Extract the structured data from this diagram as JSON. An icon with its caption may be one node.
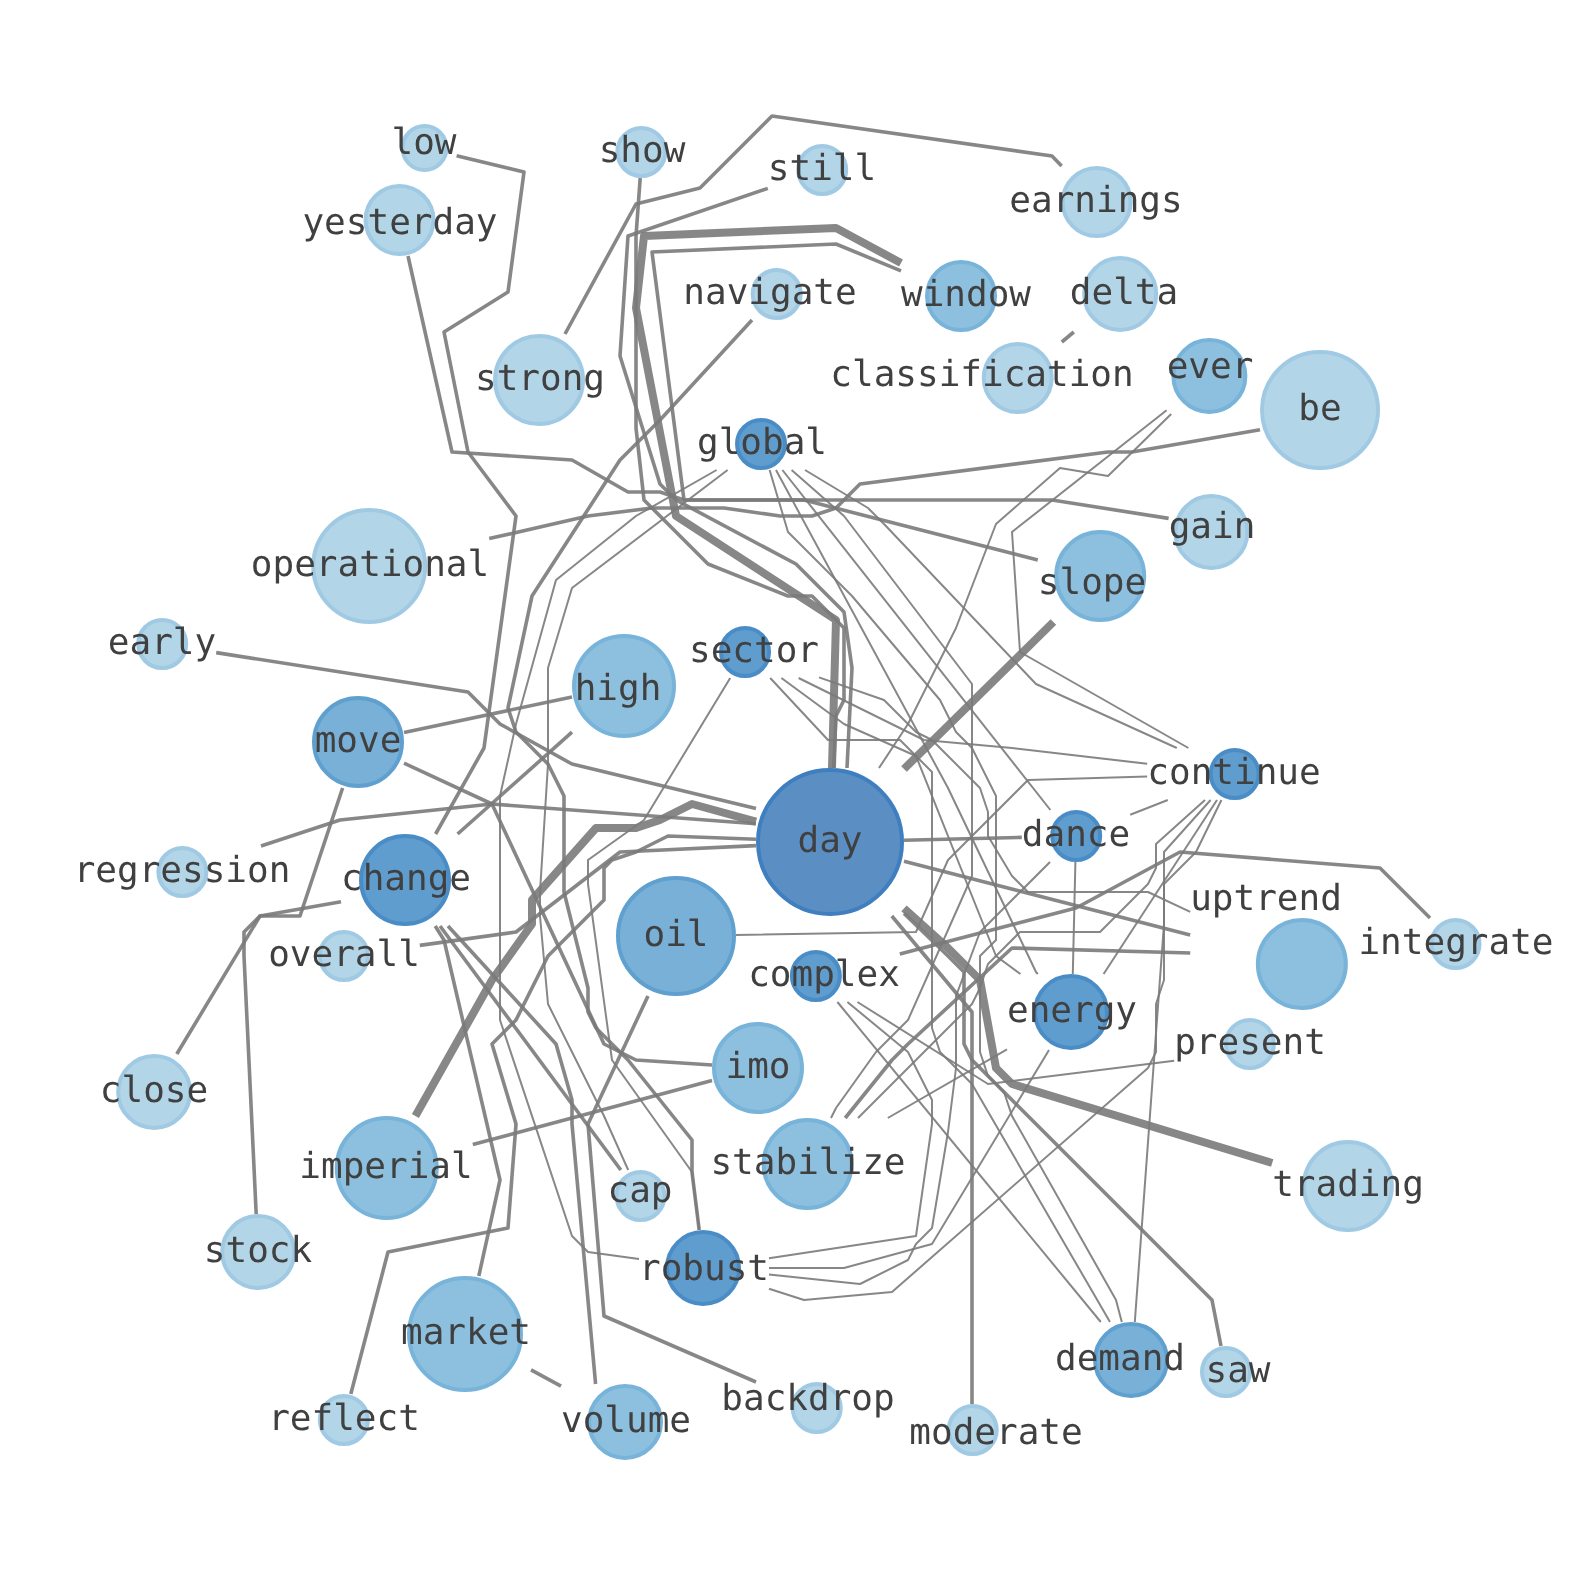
{
  "diagram": {
    "nodes": [
      {
        "text": [
          "low"
        ]
      },
      {
        "text": [
          "yesterday"
        ]
      },
      {
        "text": [
          "show"
        ]
      },
      {
        "text": [
          "still"
        ]
      },
      {
        "text": [
          "earnings"
        ]
      },
      {
        "text": [
          "navigate"
        ]
      },
      {
        "text": [
          "window"
        ]
      },
      {
        "text": [
          "delta"
        ]
      },
      {
        "text": [
          "strong"
        ]
      },
      {
        "text": [
          "classification"
        ]
      },
      {
        "text": [
          "ever"
        ]
      },
      {
        "text": [
          "be"
        ]
      },
      {
        "text": [
          "global"
        ]
      },
      {
        "text": [
          "operational"
        ]
      },
      {
        "text": [
          "gain"
        ]
      },
      {
        "text": [
          "slope"
        ]
      },
      {
        "text": [
          "early"
        ]
      },
      {
        "text": [
          "sector"
        ]
      },
      {
        "text": [
          "high"
        ]
      },
      {
        "text": [
          "move"
        ]
      },
      {
        "text": [
          "continue"
        ]
      },
      {
        "text": [
          "day"
        ]
      },
      {
        "text": [
          "dance"
        ]
      },
      {
        "text": [
          "regression"
        ]
      },
      {
        "text": [
          "change"
        ]
      },
      {
        "text": [
          "complex"
        ]
      },
      {
        "text": [
          "oil"
        ]
      },
      {
        "text": [
          "uptrend"
        ]
      },
      {
        "text": [
          "integrate"
        ]
      },
      {
        "text": [
          "overall"
        ]
      },
      {
        "text": [
          "energy"
        ]
      },
      {
        "text": [
          "present"
        ]
      },
      {
        "text": [
          "imo"
        ]
      },
      {
        "text": [
          "close"
        ]
      },
      {
        "text": [
          "stabilize"
        ]
      },
      {
        "text": [
          "imperial"
        ]
      },
      {
        "text": [
          "trading"
        ]
      },
      {
        "text": [
          "stock"
        ]
      },
      {
        "text": [
          "cap"
        ]
      },
      {
        "text": [
          "robust"
        ]
      },
      {
        "text": [
          "market"
        ]
      },
      {
        "text": [
          "demand"
        ]
      },
      {
        "text": [
          "saw"
        ]
      },
      {
        "text": [
          "reflect"
        ]
      },
      {
        "text": [
          "volume"
        ]
      },
      {
        "text": [
          "backdrop"
        ]
      },
      {
        "text": [
          "moderate"
        ]
      }
    ],
    "edges": [
      {
        "from": 0,
        "to": 24,
        "arrow": "none"
      },
      {
        "from": 1,
        "to": 14,
        "arrow": "none"
      },
      {
        "from": 8,
        "to": 4,
        "arrow": "none"
      },
      {
        "from": 13,
        "to": 11,
        "arrow": "none"
      },
      {
        "from": 16,
        "to": 21,
        "arrow": "none"
      },
      {
        "from": 19,
        "to": 18,
        "arrow": "none"
      },
      {
        "from": 19,
        "to": 32,
        "arrow": "none"
      },
      {
        "from": 19,
        "to": 37,
        "arrow": "none"
      },
      {
        "from": 33,
        "to": 24,
        "arrow": "none"
      },
      {
        "from": 24,
        "to": 18,
        "arrow": "none"
      },
      {
        "from": 23,
        "to": 21,
        "arrow": "none"
      },
      {
        "from": 29,
        "to": 21,
        "arrow": "none"
      },
      {
        "from": 24,
        "to": 40,
        "arrow": "none"
      },
      {
        "from": 24,
        "to": 44,
        "arrow": "none"
      },
      {
        "from": 24,
        "to": 38,
        "arrow": "none"
      },
      {
        "from": 35,
        "to": 21,
        "arrow": "none",
        "style": "thick"
      },
      {
        "from": 35,
        "to": 32,
        "arrow": "none"
      },
      {
        "from": 43,
        "to": 21,
        "arrow": "none"
      },
      {
        "from": 40,
        "to": 44,
        "arrow": "none"
      },
      {
        "from": 2,
        "to": 21,
        "arrow": "none"
      },
      {
        "from": 3,
        "to": 21,
        "arrow": "none"
      },
      {
        "from": 6,
        "to": 21,
        "arrow": "none",
        "style": "thick"
      },
      {
        "from": 6,
        "to": 15,
        "arrow": "none"
      },
      {
        "from": 9,
        "to": 7,
        "arrow": "none"
      },
      {
        "from": 21,
        "to": 15,
        "arrow": "none",
        "style": "thick"
      },
      {
        "from": 10,
        "to": 21,
        "arrow": "none"
      },
      {
        "from": 10,
        "to": 20,
        "arrow": "none"
      },
      {
        "from": 21,
        "to": 36,
        "arrow": "none",
        "style": "thick"
      },
      {
        "from": 21,
        "to": 42,
        "arrow": "none"
      },
      {
        "from": 21,
        "to": 46,
        "arrow": "none"
      },
      {
        "from": 21,
        "to": 27,
        "arrow": "none"
      },
      {
        "from": 25,
        "to": 28,
        "arrow": "none"
      },
      {
        "from": 25,
        "to": 31,
        "arrow": "none"
      },
      {
        "from": 22,
        "to": 30,
        "arrow": "none"
      },
      {
        "from": 26,
        "to": 45,
        "arrow": "none"
      },
      {
        "from": 34,
        "to": 27,
        "arrow": "none"
      },
      {
        "from": 5,
        "to": 39,
        "arrow": "none"
      },
      {
        "from": 12,
        "to": 38,
        "arrow": "none"
      },
      {
        "from": 12,
        "to": 34,
        "arrow": "none"
      },
      {
        "from": 12,
        "to": 20,
        "arrow": "none"
      },
      {
        "from": 12,
        "to": 22,
        "arrow": "none"
      },
      {
        "from": 12,
        "to": 30,
        "arrow": "none"
      },
      {
        "from": 12,
        "to": 41,
        "arrow": "none"
      },
      {
        "from": 17,
        "to": 20,
        "arrow": "none"
      },
      {
        "from": 17,
        "to": 39,
        "arrow": "none"
      },
      {
        "from": 17,
        "to": 30,
        "arrow": "none"
      },
      {
        "from": 17,
        "to": 27,
        "arrow": "none"
      },
      {
        "from": 20,
        "to": 22,
        "arrow": "none"
      },
      {
        "from": 20,
        "to": 30,
        "arrow": "none"
      },
      {
        "from": 20,
        "to": 41,
        "arrow": "none"
      },
      {
        "from": 20,
        "to": 39,
        "arrow": "none"
      },
      {
        "from": 20,
        "to": 34,
        "arrow": "none"
      },
      {
        "from": 39,
        "to": 30,
        "arrow": "none"
      },
      {
        "from": 39,
        "to": 22,
        "arrow": "none"
      },
      {
        "from": 34,
        "to": 30,
        "arrow": "none"
      },
      {
        "from": 21,
        "to": 22,
        "arrow": "none"
      },
      {
        "from": 26,
        "to": 20,
        "arrow": "none"
      },
      {
        "from": 25,
        "to": 41,
        "arrow": "none"
      },
      {
        "from": 17,
        "to": 41,
        "arrow": "none"
      },
      {
        "from": 25,
        "to": 39,
        "arrow": "none"
      },
      {
        "from": 12,
        "to": 39,
        "arrow": "none"
      }
    ]
  }
}
